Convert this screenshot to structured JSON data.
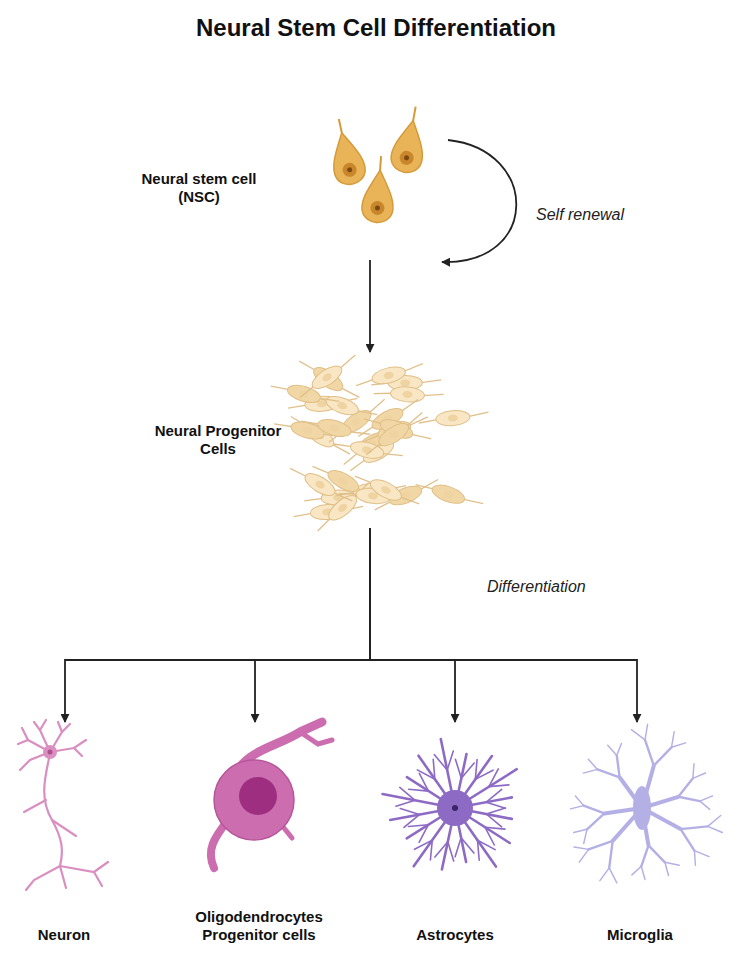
{
  "diagram": {
    "title": "Neural Stem Cell Differentiation",
    "nodes": [
      {
        "text": [
          "Neural stem cell (NSC)"
        ]
      },
      {
        "text": [
          "Neural Progenitor Cells"
        ]
      },
      {
        "text": [
          "Neuron"
        ]
      },
      {
        "text": [
          "Oligodendrocytes Progenitor cells"
        ]
      },
      {
        "text": [
          "Astrocytes"
        ]
      },
      {
        "text": [
          "Microglia"
        ]
      }
    ],
    "edges": [
      {
        "from": 0,
        "to": 1,
        "arrow": "to"
      },
      {
        "from": 1,
        "to": 2,
        "arrow": "to"
      },
      {
        "from": 1,
        "to": 3,
        "arrow": "to"
      },
      {
        "from": 1,
        "to": 4,
        "arrow": "to"
      },
      {
        "from": 1,
        "to": 5,
        "arrow": "to"
      }
    ],
    "labels": [
      "Self renewal",
      "Differentiation"
    ]
  }
}
